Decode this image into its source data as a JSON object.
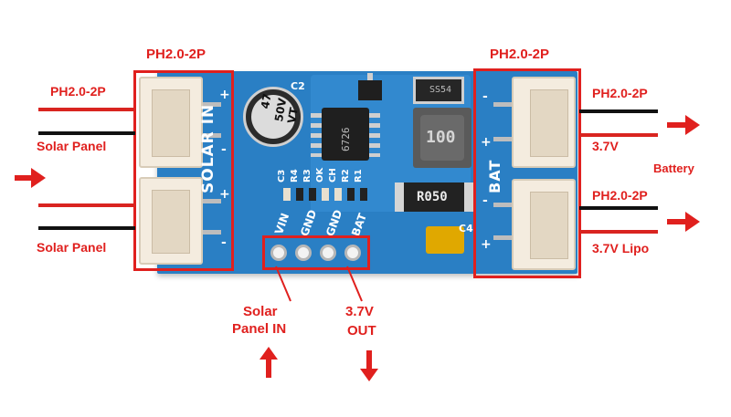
{
  "labels": {
    "ph_top_left": "PH2.0-2P",
    "ph_left": "PH2.0-2P",
    "solar_panel_1": "Solar Panel",
    "solar_panel_2": "Solar Panel",
    "ph_top_right": "PH2.0-2P",
    "ph_right_1": "PH2.0-2P",
    "v37": "3.7V",
    "battery": "Battery",
    "ph_right_2": "PH2.0-2P",
    "v37_lipo": "3.7V Lipo",
    "solar_in_1": "Solar",
    "solar_in_2": "Panel IN",
    "out_1": "3.7V",
    "out_2": "OUT"
  },
  "board": {
    "solar_in": "SOLAR IN",
    "bat": "BAT",
    "pins": [
      "VIN",
      "GND",
      "GND",
      "BAT"
    ],
    "cap_c2": "C2",
    "cap_c4": "C4",
    "elcap": [
      "47",
      "50V",
      "VT"
    ],
    "inductor": "100",
    "resistor": "R050",
    "diode": "SS54",
    "chip": "6726",
    "smd": [
      "C3",
      "R4",
      "R3",
      "OK",
      "CH",
      "R2",
      "R1"
    ],
    "plus": "+",
    "minus": "-"
  },
  "colors": {
    "board": "#2a7fc4",
    "label_red": "#e0201e",
    "wire_black": "#111111",
    "wire_red": "#d92420"
  }
}
